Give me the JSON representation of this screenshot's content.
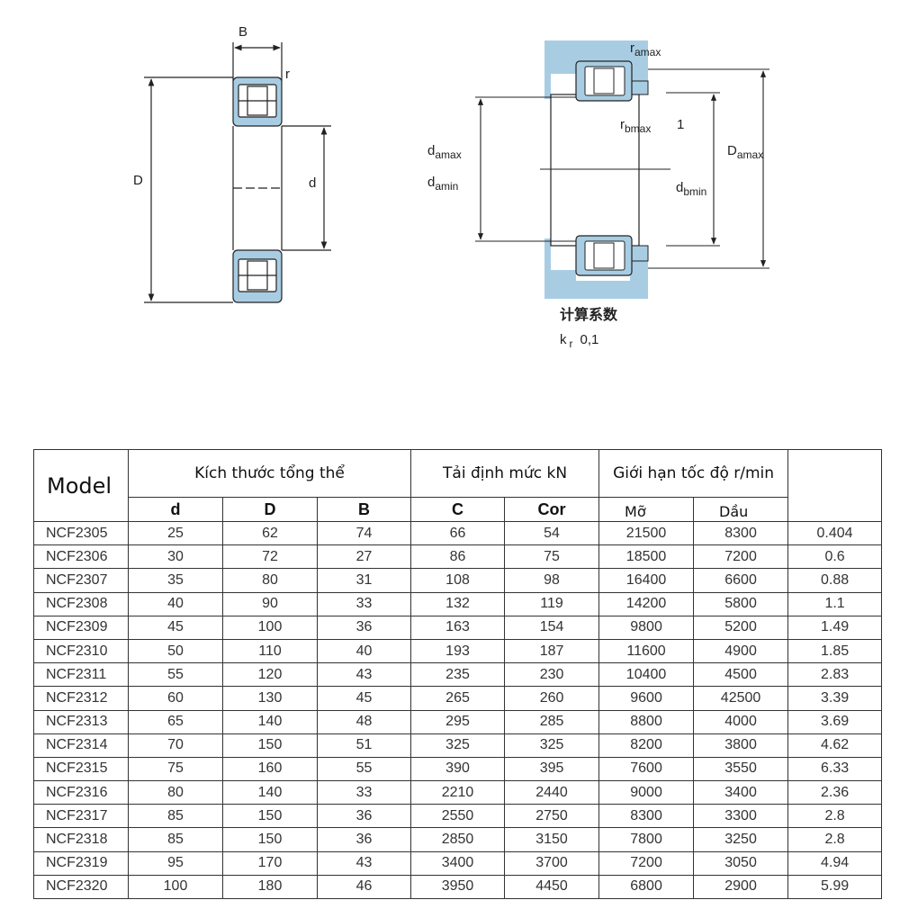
{
  "diagram": {
    "left": {
      "label_B": "B",
      "label_r": "r",
      "label_D": "D",
      "label_d": "d"
    },
    "right": {
      "label_ramax": "r",
      "label_ramax_sub": "amax",
      "label_rbmax": "r",
      "label_rbmax_sub": "bmax",
      "label_one": "1",
      "label_damax": "d",
      "label_damax_sub": "amax",
      "label_damin": "d",
      "label_damin_sub": "amin",
      "label_dbmin": "d",
      "label_dbmin_sub": "bmin",
      "label_Damax": "D",
      "label_Damax_sub": "amax",
      "calc_title": "计算系数",
      "kr_label": "k",
      "kr_sub": "r",
      "kr_value": "0,1"
    },
    "colors": {
      "fill": "#a8cde3",
      "stroke": "#222222"
    }
  },
  "table": {
    "header": {
      "model": "Model",
      "overall_dimensions": "Kích thước tổng thể",
      "rated_load": "Tải định mức kN",
      "speed_limit": "Giới hạn tốc độ r/min",
      "last_col": "",
      "d": "d",
      "D": "D",
      "B": "B",
      "C": "C",
      "Cor": "Cor",
      "grease": "Mỡ",
      "oil": "Dầu"
    },
    "rows": [
      [
        "NCF2305",
        "25",
        "62",
        "74",
        "66",
        "54",
        "21500",
        "8300",
        "0.404"
      ],
      [
        "NCF2306",
        "30",
        "72",
        "27",
        "86",
        "75",
        "18500",
        "7200",
        "0.6"
      ],
      [
        "NCF2307",
        "35",
        "80",
        "31",
        "108",
        "98",
        "16400",
        "6600",
        "0.88"
      ],
      [
        "NCF2308",
        "40",
        "90",
        "33",
        "132",
        "119",
        "14200",
        "5800",
        "1.1"
      ],
      [
        "NCF2309",
        "45",
        "100",
        "36",
        "163",
        "154",
        "9800",
        "5200",
        "1.49"
      ],
      [
        "NCF2310",
        "50",
        "110",
        "40",
        "193",
        "187",
        "11600",
        "4900",
        "1.85"
      ],
      [
        "NCF2311",
        "55",
        "120",
        "43",
        "235",
        "230",
        "10400",
        "4500",
        "2.83"
      ],
      [
        "NCF2312",
        "60",
        "130",
        "45",
        "265",
        "260",
        "9600",
        "42500",
        "3.39"
      ],
      [
        "NCF2313",
        "65",
        "140",
        "48",
        "295",
        "285",
        "8800",
        "4000",
        "3.69"
      ],
      [
        "NCF2314",
        "70",
        "150",
        "51",
        "325",
        "325",
        "8200",
        "3800",
        "4.62"
      ],
      [
        "NCF2315",
        "75",
        "160",
        "55",
        "390",
        "395",
        "7600",
        "3550",
        "6.33"
      ],
      [
        "NCF2316",
        "80",
        "140",
        "33",
        "2210",
        "2440",
        "9000",
        "3400",
        "2.36"
      ],
      [
        "NCF2317",
        "85",
        "150",
        "36",
        "2550",
        "2750",
        "8300",
        "3300",
        "2.8"
      ],
      [
        "NCF2318",
        "85",
        "150",
        "36",
        "2850",
        "3150",
        "7800",
        "3250",
        "2.8"
      ],
      [
        "NCF2319",
        "95",
        "170",
        "43",
        "3400",
        "3700",
        "7200",
        "3050",
        "4.94"
      ],
      [
        "NCF2320",
        "100",
        "180",
        "46",
        "3950",
        "4450",
        "6800",
        "2900",
        "5.99"
      ]
    ]
  }
}
